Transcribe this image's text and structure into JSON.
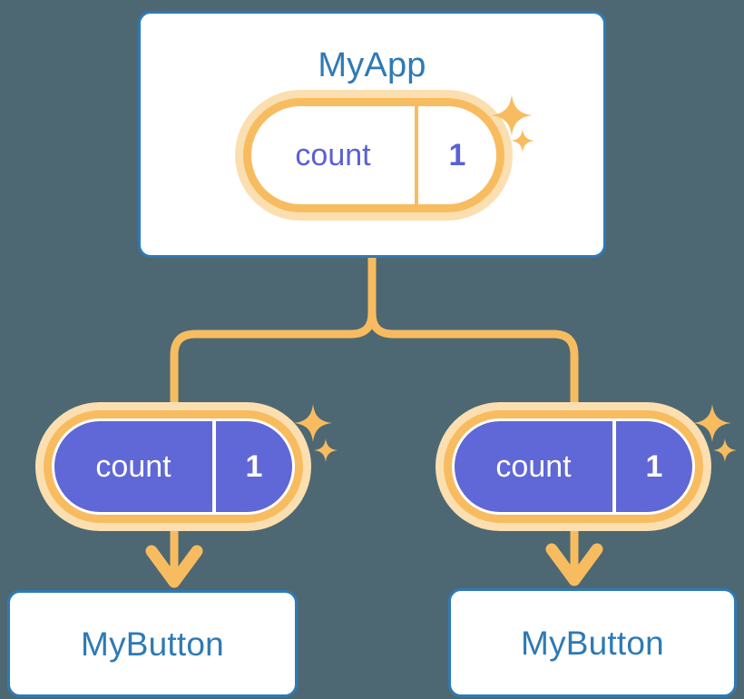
{
  "background_color": "#4d6872",
  "palette": {
    "card_border": "#2e7ab5",
    "card_label": "#2e7ab5",
    "card_fill": "#ffffff",
    "pill_ring": "#f8bc60",
    "pill_glow": "#fbdfb0",
    "pill_child_fill": "#6067d6",
    "pill_app_text": "#5a60d8",
    "pill_child_text": "#ffffff",
    "connector": "#f8bc60",
    "sparkle": "#f8bc60"
  },
  "diagram": {
    "type": "component-tree",
    "root": {
      "name": "root-card",
      "label": "MyApp",
      "state": {
        "key": "count",
        "value": "1"
      }
    },
    "children": [
      {
        "name": "child-left",
        "label": "MyButton",
        "state": {
          "key": "count",
          "value": "1"
        }
      },
      {
        "name": "child-right",
        "label": "MyButton",
        "state": {
          "key": "count",
          "value": "1"
        }
      }
    ],
    "connectors": [
      {
        "name": "root-to-split",
        "from": "root-card",
        "to": "split-point"
      },
      {
        "name": "split-to-left-state",
        "from": "split-point",
        "to": "child-left-state"
      },
      {
        "name": "split-to-right-state",
        "from": "split-point",
        "to": "child-right-state"
      },
      {
        "name": "left-state-to-left-card",
        "from": "child-left-state",
        "to": "child-left",
        "arrow": true
      },
      {
        "name": "right-state-to-right-card",
        "from": "child-right-state",
        "to": "child-right",
        "arrow": true
      }
    ],
    "sparkles": [
      {
        "name": "sparkle-app-large",
        "size": 46
      },
      {
        "name": "sparkle-app-small",
        "size": 26
      },
      {
        "name": "sparkle-left-large",
        "size": 42
      },
      {
        "name": "sparkle-left-small",
        "size": 26
      },
      {
        "name": "sparkle-right-large",
        "size": 42
      },
      {
        "name": "sparkle-right-small",
        "size": 26
      }
    ]
  }
}
